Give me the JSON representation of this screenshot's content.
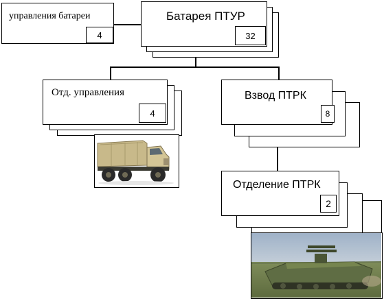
{
  "units": {
    "battery_control": {
      "title": "управления батареи",
      "count": "4"
    },
    "battery": {
      "title": "Батарея ПТУР",
      "count": "32"
    },
    "control_section": {
      "title": "Отд. управления",
      "count": "4"
    },
    "atgm_platoon": {
      "title": "Взвод ПТРК",
      "count": "8"
    },
    "atgm_squad": {
      "title": "Отделение ПТРК",
      "count": "2"
    }
  },
  "images": {
    "truck": "truck-photo",
    "vehicle": "atgm-vehicle-photo"
  }
}
